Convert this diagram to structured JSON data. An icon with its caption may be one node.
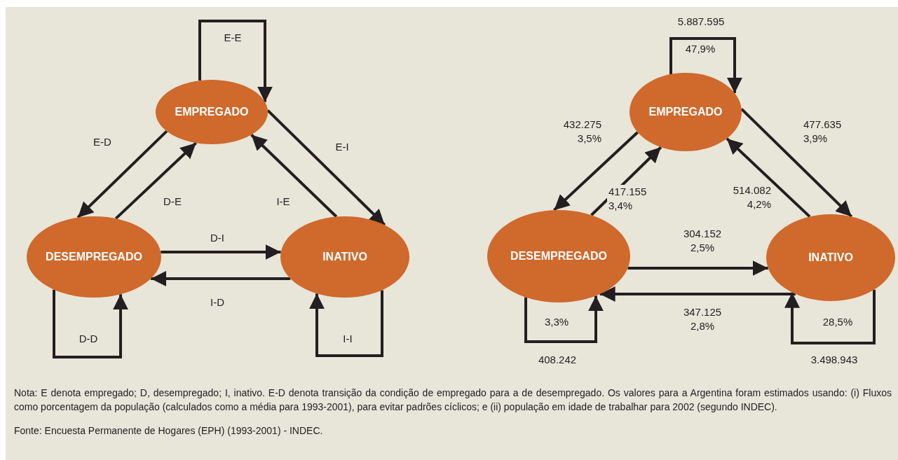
{
  "diagram": {
    "nodes": [
      {
        "text": [
          "EMPREGADO"
        ]
      },
      {
        "text": [
          "DESEMPREGADO"
        ]
      },
      {
        "text": [
          "INATIVO"
        ]
      },
      {
        "text": [
          "EMPREGADO"
        ]
      },
      {
        "text": [
          "DESEMPREGADO"
        ]
      },
      {
        "text": [
          "INATIVO"
        ]
      }
    ],
    "edges": [
      {
        "from": 0,
        "to": 0,
        "arrow": "to",
        "label": "E-E"
      },
      {
        "from": 0,
        "to": 1,
        "arrow": "to",
        "label": "E-D"
      },
      {
        "from": 1,
        "to": 0,
        "arrow": "to",
        "label": "D-E"
      },
      {
        "from": 0,
        "to": 2,
        "arrow": "to",
        "label": "E-I"
      },
      {
        "from": 2,
        "to": 0,
        "arrow": "to",
        "label": "I-E"
      },
      {
        "from": 1,
        "to": 2,
        "arrow": "to",
        "label": "D-I"
      },
      {
        "from": 2,
        "to": 1,
        "arrow": "to",
        "label": "I-D"
      },
      {
        "from": 1,
        "to": 1,
        "arrow": "to",
        "label": "D-D"
      },
      {
        "from": 2,
        "to": 2,
        "arrow": "to",
        "label": "I-I"
      },
      {
        "from": 3,
        "to": 3,
        "arrow": "to",
        "label": "47,9%"
      },
      {
        "from": 3,
        "to": 4,
        "arrow": "to",
        "label": "432.275 3,5%"
      },
      {
        "from": 4,
        "to": 3,
        "arrow": "to",
        "label": "417.155 3,4%"
      },
      {
        "from": 3,
        "to": 5,
        "arrow": "to",
        "label": "477.635 3,9%"
      },
      {
        "from": 5,
        "to": 3,
        "arrow": "to",
        "label": "514.082 4,2%"
      },
      {
        "from": 4,
        "to": 5,
        "arrow": "to",
        "label": "304.152 2,5%"
      },
      {
        "from": 5,
        "to": 4,
        "arrow": "to",
        "label": "347.125 2,8%"
      },
      {
        "from": 4,
        "to": 4,
        "arrow": "to",
        "label": "3,3%"
      },
      {
        "from": 5,
        "to": 5,
        "arrow": "to",
        "label": "28,5%"
      }
    ],
    "labels": [
      "5.887.595",
      "408.242",
      "3.498.943",
      "Nota: E denota empregado; D, desempregado; I, inativo. E-D denota transição da condição de empregado para a de desempregado. Os valores para a Argentina foram estimados usando: (i) Fluxos como porcentagem da população (calculados como a média para 1993-2001), para evitar padrões cíclicos; e (ii) população em idade de trabalhar para 2002 (segundo INDEC).",
      "Fonte: Encuesta Permanente de Hogares (EPH) (1993-2001) - INDEC."
    ]
  }
}
